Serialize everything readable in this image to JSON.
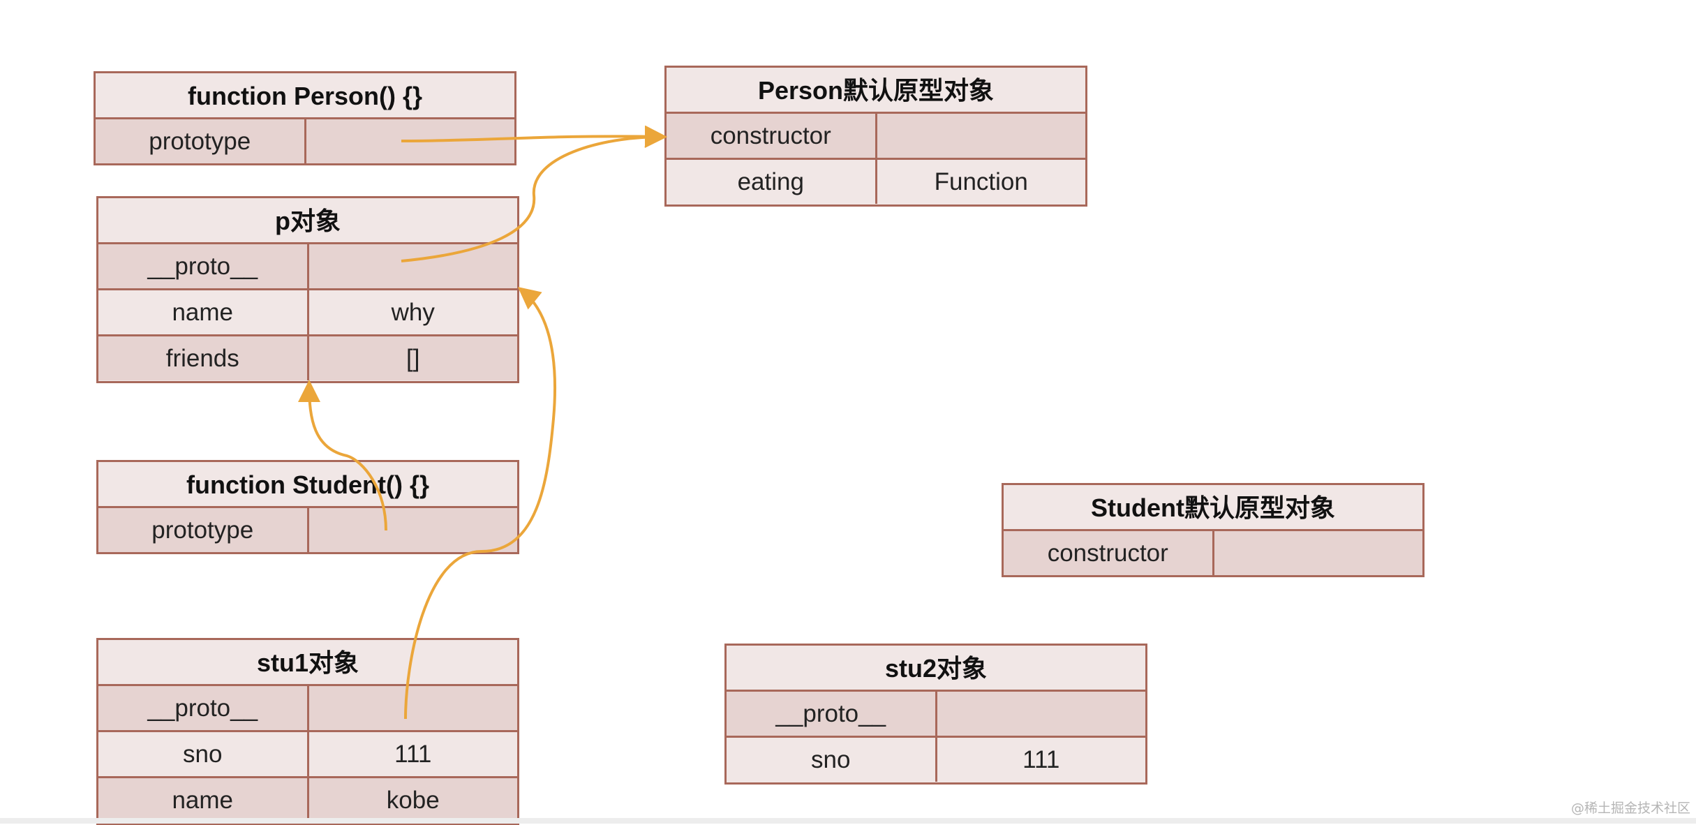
{
  "tables": {
    "person_fn": {
      "title": "function Person() {}",
      "rows": [
        {
          "key": "prototype",
          "value": ""
        }
      ]
    },
    "person_proto": {
      "title": "Person默认原型对象",
      "rows": [
        {
          "key": "constructor",
          "value": ""
        },
        {
          "key": "eating",
          "value": "Function"
        }
      ]
    },
    "p_obj": {
      "title": "p对象",
      "rows": [
        {
          "key": "__proto__",
          "value": ""
        },
        {
          "key": "name",
          "value": "why"
        },
        {
          "key": "friends",
          "value": "[]"
        }
      ]
    },
    "student_fn": {
      "title": "function Student() {}",
      "rows": [
        {
          "key": "prototype",
          "value": ""
        }
      ]
    },
    "student_proto": {
      "title": "Student默认原型对象",
      "rows": [
        {
          "key": "constructor",
          "value": ""
        }
      ]
    },
    "stu1": {
      "title": "stu1对象",
      "rows": [
        {
          "key": "__proto__",
          "value": ""
        },
        {
          "key": "sno",
          "value": "111"
        },
        {
          "key": "name",
          "value": "kobe"
        }
      ]
    },
    "stu2": {
      "title": "stu2对象",
      "rows": [
        {
          "key": "__proto__",
          "value": ""
        },
        {
          "key": "sno",
          "value": "111"
        }
      ]
    }
  },
  "arrow_color": "#eba63a",
  "border_color": "#a8685a",
  "watermark": "@稀土掘金技术社区"
}
